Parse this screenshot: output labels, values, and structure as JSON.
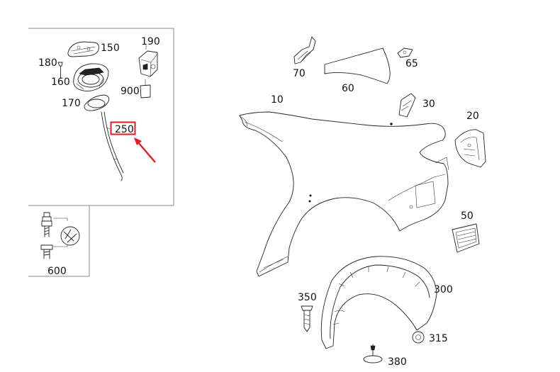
{
  "labels": {
    "p150": "150",
    "p190": "190",
    "p180": "180",
    "p160": "160",
    "p900": "900",
    "p170": "170",
    "p250": "250",
    "p600": "600",
    "p70": "70",
    "p65": "65",
    "p60": "60",
    "p10": "10",
    "p30": "30",
    "p20": "20",
    "p50": "50",
    "p350": "350",
    "p300": "300",
    "p315": "315",
    "p380": "380"
  },
  "highlight": {
    "part": "250",
    "color": "#e8191f"
  }
}
